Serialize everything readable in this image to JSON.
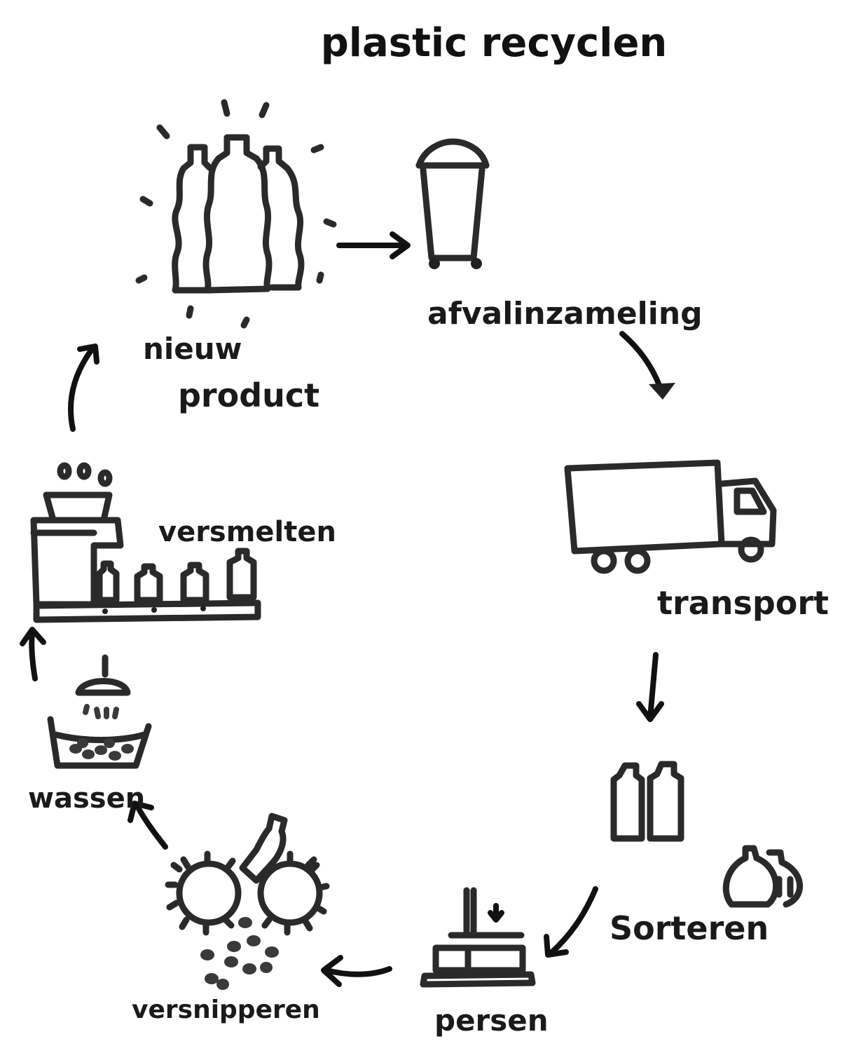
{
  "title": "plastic recyclen",
  "steps": [
    {
      "id": "new-product",
      "label_line1": "nieuw",
      "label_line2": "product",
      "icon": "bottles-icon"
    },
    {
      "id": "waste-collection",
      "label": "afvalinzameling",
      "icon": "waste-bin-icon"
    },
    {
      "id": "transport",
      "label": "transport",
      "icon": "truck-icon"
    },
    {
      "id": "sorting",
      "label": "Sorteren",
      "icon": "sorted-bottles-icon"
    },
    {
      "id": "pressing",
      "label": "persen",
      "icon": "press-icon"
    },
    {
      "id": "shredding",
      "label": "versnipperen",
      "icon": "shredder-icon"
    },
    {
      "id": "washing",
      "label": "wassen",
      "icon": "wash-tub-icon"
    },
    {
      "id": "melting",
      "label": "versmelten",
      "icon": "melting-machine-icon"
    }
  ],
  "colors": {
    "ink": "#2a2a2a",
    "background": "#ffffff"
  }
}
